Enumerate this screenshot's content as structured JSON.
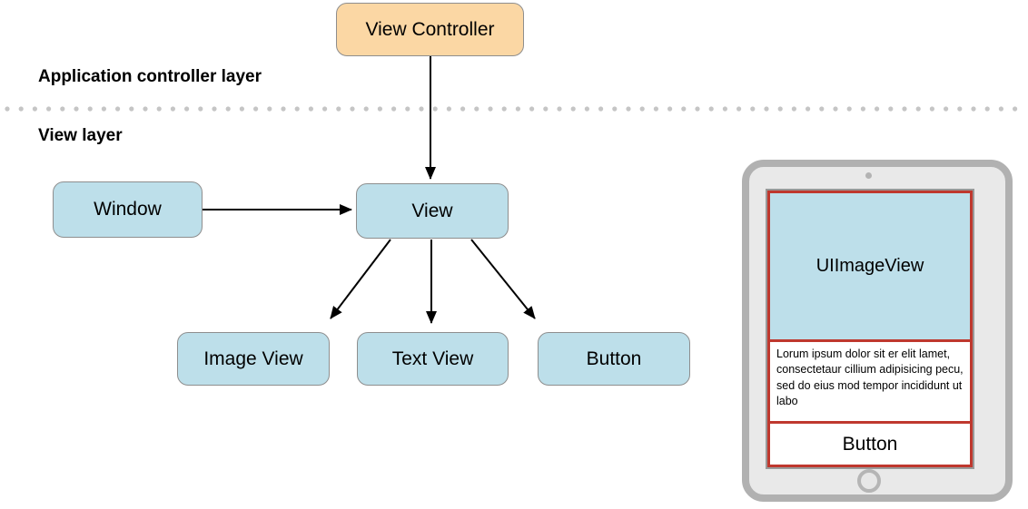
{
  "diagram": {
    "layers": {
      "app_controller_label": "Application controller layer",
      "view_layer_label": "View layer"
    },
    "nodes": {
      "view_controller": "View Controller",
      "window": "Window",
      "view": "View",
      "image_view": "Image View",
      "text_view": "Text View",
      "button": "Button"
    },
    "edges": [
      "view_controller -> view",
      "window -> view",
      "view -> image_view",
      "view -> text_view",
      "view -> button"
    ]
  },
  "device_preview": {
    "image_view_label": "UIImageView",
    "body_text": "Lorum ipsum dolor sit er elit lamet, consectetaur cillium adipisicing pecu, sed do eius mod tempor incididunt ut labo",
    "button_label": "Button"
  },
  "colors": {
    "node_blue": "#bddfea",
    "node_orange": "#fbd7a4",
    "node_border": "#8e8e8e",
    "outline_red": "#bf382e",
    "frame_gray": "#b1b1b1",
    "bezel_gray": "#e9e9e9",
    "screen_border_gray": "#999999",
    "dotted_divider_gray": "#c5c5c5",
    "arrow_black": "#000000"
  }
}
